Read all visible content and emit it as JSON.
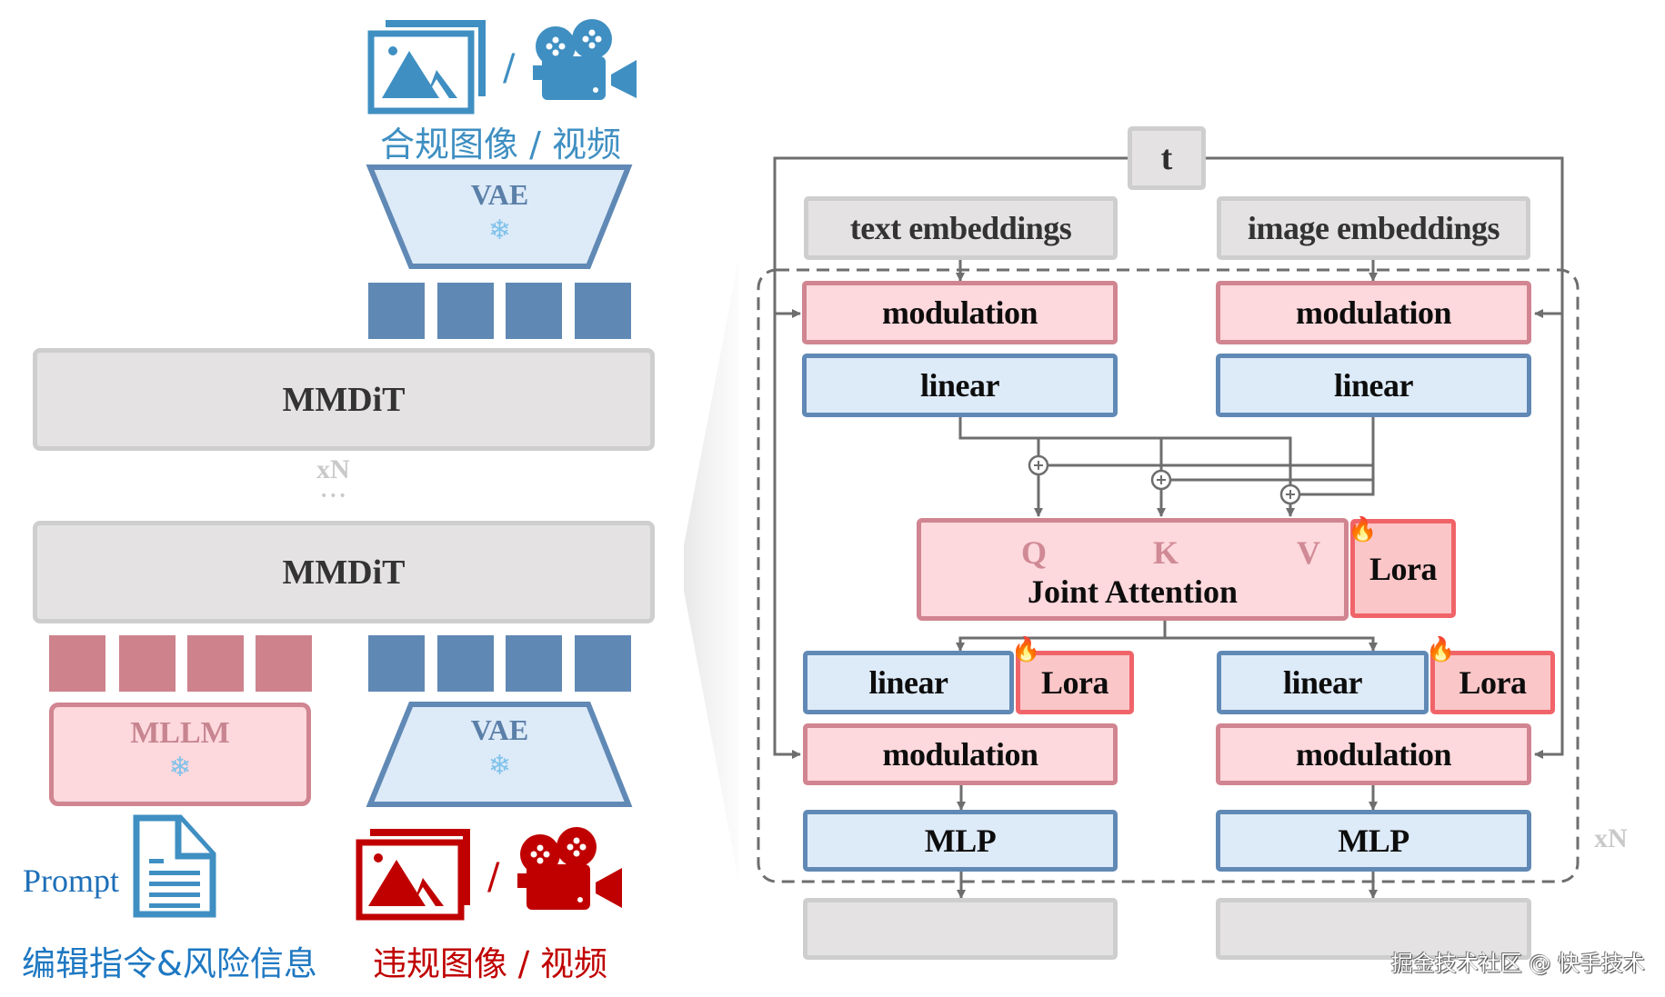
{
  "left_panel": {
    "output_caption": "合规图像 / 视频",
    "output_separator": "/",
    "vae_top_label": "VAE",
    "mmdit_top_label": "MMDiT",
    "repeat_label": "xN",
    "ellipsis": "•••",
    "mmdit_bottom_label": "MMDiT",
    "mllm_label": "MLLM",
    "vae_bottom_label": "VAE",
    "prompt_label": "Prompt",
    "prompt_caption": "编辑指令&风险信息",
    "input_caption": "违规图像 / 视频",
    "input_separator": "/",
    "frozen_icon": "❄"
  },
  "right_panel": {
    "timestep_label": "t",
    "text_embeddings_label": "text embeddings",
    "image_embeddings_label": "image embeddings",
    "text_branch": {
      "modulation_top": "modulation",
      "linear_top": "linear",
      "linear_bottom": "linear",
      "lora_bottom": "Lora",
      "modulation_bottom": "modulation",
      "mlp": "MLP"
    },
    "image_branch": {
      "modulation_top": "modulation",
      "linear_top": "linear",
      "linear_bottom": "linear",
      "lora_bottom": "Lora",
      "modulation_bottom": "modulation",
      "mlp": "MLP"
    },
    "attention": {
      "q": "Q",
      "k": "K",
      "v": "V",
      "label": "Joint Attention",
      "lora": "Lora"
    },
    "repeat_label": "xN",
    "trainable_icon": "🔥",
    "add_symbol": "+"
  },
  "colors": {
    "icon_blue": "#3f8fc2",
    "icon_red": "#c00000",
    "token_blue": "#5f89b4",
    "token_pink": "#cd828c",
    "caption_blue": "#1e78c2",
    "caption_red": "#c00000"
  },
  "watermark": "掘金技术社区 @ 快手技术"
}
